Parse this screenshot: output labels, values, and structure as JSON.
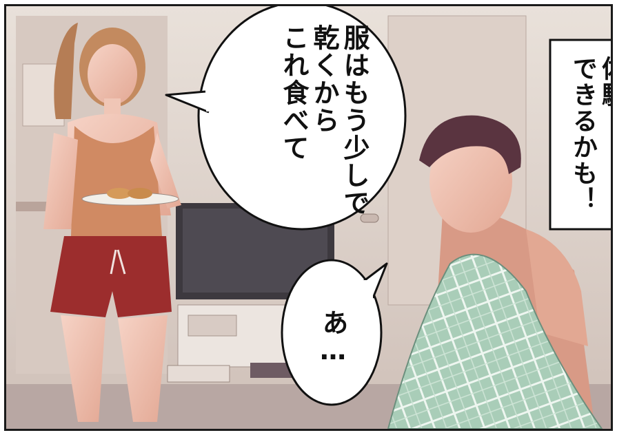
{
  "panel": {
    "speech_bubble_1": {
      "lines": [
        "服はもう少しで",
        "乾くから",
        "これ食べて"
      ]
    },
    "speech_bubble_2": {
      "text": "あ…"
    },
    "caption_box": {
      "lines": [
        "体験",
        "できるかも！"
      ]
    }
  }
}
